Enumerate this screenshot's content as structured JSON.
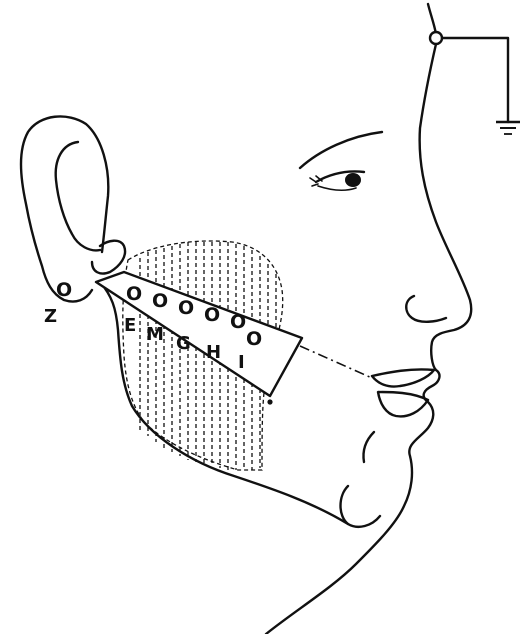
{
  "diagram": {
    "electrode_labels": [
      "O",
      "O",
      "O",
      "O",
      "O",
      "O"
    ],
    "ear_electrode_label": "O",
    "z_label": "Z",
    "row_labels": [
      "E",
      "M",
      "G",
      "H",
      "I"
    ]
  }
}
